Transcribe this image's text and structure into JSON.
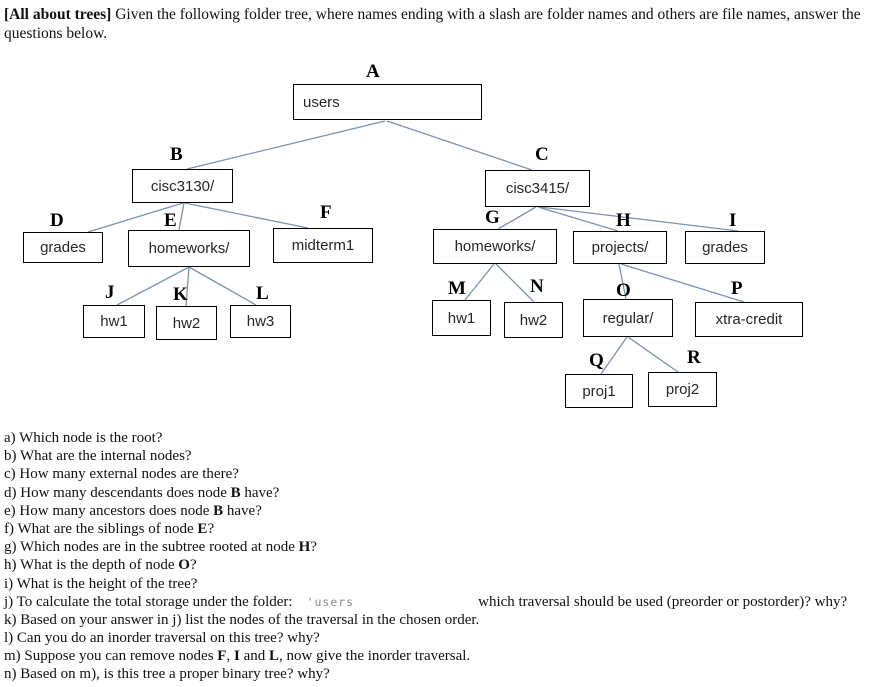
{
  "header": {
    "intro_bold": "[All about trees]",
    "rest": " Given the following folder tree, where names ending with a slash are folder names and others are file names, answer the questions below."
  },
  "tree": {
    "line_color": "#7b93af",
    "nodes": {
      "A": {
        "letter": "A",
        "text": "users"
      },
      "B": {
        "letter": "B",
        "text": "cisc3130/"
      },
      "C": {
        "letter": "C",
        "text": "cisc3415/"
      },
      "D": {
        "letter": "D",
        "text": "grades"
      },
      "E": {
        "letter": "E",
        "text": "homeworks/"
      },
      "F": {
        "letter": "F",
        "text": "midterm1"
      },
      "G": {
        "letter": "G",
        "text": "homeworks/"
      },
      "H": {
        "letter": "H",
        "text": "projects/"
      },
      "I": {
        "letter": "I",
        "text": "grades"
      },
      "J": {
        "letter": "J",
        "text": "hw1"
      },
      "K": {
        "letter": "K",
        "text": "hw2"
      },
      "L": {
        "letter": "L",
        "text": "hw3"
      },
      "M": {
        "letter": "M",
        "text": "hw1"
      },
      "N": {
        "letter": "N",
        "text": "hw2"
      },
      "O": {
        "letter": "O",
        "text": "regular/"
      },
      "P": {
        "letter": "P",
        "text": "xtra-credit"
      },
      "Q": {
        "letter": "Q",
        "text": "proj1"
      },
      "R": {
        "letter": "R",
        "text": "proj2"
      }
    },
    "edges": [
      [
        "A",
        "B"
      ],
      [
        "A",
        "C"
      ],
      [
        "B",
        "D"
      ],
      [
        "B",
        "E"
      ],
      [
        "B",
        "F"
      ],
      [
        "E",
        "J"
      ],
      [
        "E",
        "K"
      ],
      [
        "E",
        "L"
      ],
      [
        "C",
        "G"
      ],
      [
        "C",
        "H"
      ],
      [
        "C",
        "I"
      ],
      [
        "G",
        "M"
      ],
      [
        "G",
        "N"
      ],
      [
        "H",
        "O"
      ],
      [
        "H",
        "P"
      ],
      [
        "O",
        "Q"
      ],
      [
        "O",
        "R"
      ]
    ]
  },
  "questions": {
    "a": [
      {
        "text": "a) Which node is the root?"
      }
    ],
    "b": [
      {
        "text": "b) What are the internal nodes?"
      }
    ],
    "c": [
      {
        "text": "c) How many external nodes are there?"
      }
    ],
    "d": [
      {
        "text": "d) How many descendants does node "
      },
      {
        "text": "B"
      },
      {
        "text": " have?"
      }
    ],
    "e": [
      {
        "text": "e) How many ancestors does node "
      },
      {
        "text": "B"
      },
      {
        "text": " have?"
      }
    ],
    "f": [
      {
        "text": "f) What are the siblings of node "
      },
      {
        "text": "E"
      },
      {
        "text": "?"
      }
    ],
    "g": [
      {
        "text": "g) Which nodes are in the subtree rooted at node "
      },
      {
        "text": "H"
      },
      {
        "text": "?"
      }
    ],
    "h": [
      {
        "text": "h) What is the depth of node "
      },
      {
        "text": "O"
      },
      {
        "text": "?"
      }
    ],
    "i": [
      {
        "text": "i) What is the height of the tree?"
      }
    ],
    "j": [
      {
        "text": "j) To calculate the total storage under the folder:"
      },
      {
        "text": "'users"
      },
      {
        "text": "which traversal should be used (preorder or postorder)? why?"
      }
    ],
    "k": [
      {
        "text": "k) Based on your answer in j) list the nodes of the traversal in the chosen order."
      }
    ],
    "l": [
      {
        "text": "l) Can you do an inorder traversal on this tree? why?"
      }
    ],
    "m": [
      {
        "text": "m) Suppose you can remove nodes "
      },
      {
        "text": "F"
      },
      {
        "text": ", "
      },
      {
        "text": "I"
      },
      {
        "text": " and "
      },
      {
        "text": "L"
      },
      {
        "text": ", now give the inorder traversal."
      }
    ],
    "n": [
      {
        "text": "n) Based on m), is this tree a proper binary tree? why?"
      }
    ]
  }
}
